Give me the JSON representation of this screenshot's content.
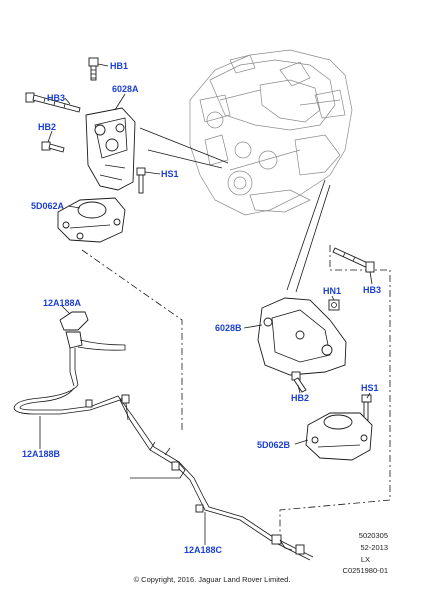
{
  "parts": {
    "hb1": "HB1",
    "hb3_top": "HB3",
    "p6028a": "6028A",
    "hb2_top": "HB2",
    "hs1_top": "HS1",
    "p5d062a": "5D062A",
    "p12a188a": "12A188A",
    "p12a188b": "12A188B",
    "p12a188c": "12A188C",
    "hn1": "HN1",
    "hb3_right": "HB3",
    "p6028b": "6028B",
    "hb2_right": "HB2",
    "hs1_right": "HS1",
    "p5d062b": "5D062B"
  },
  "meta": {
    "line1": "5020305",
    "line2": "52-2013",
    "line3": "LX",
    "line4": "C0251980-01"
  },
  "copyright": "© Copyright, 2016. Jaguar Land Rover Limited."
}
